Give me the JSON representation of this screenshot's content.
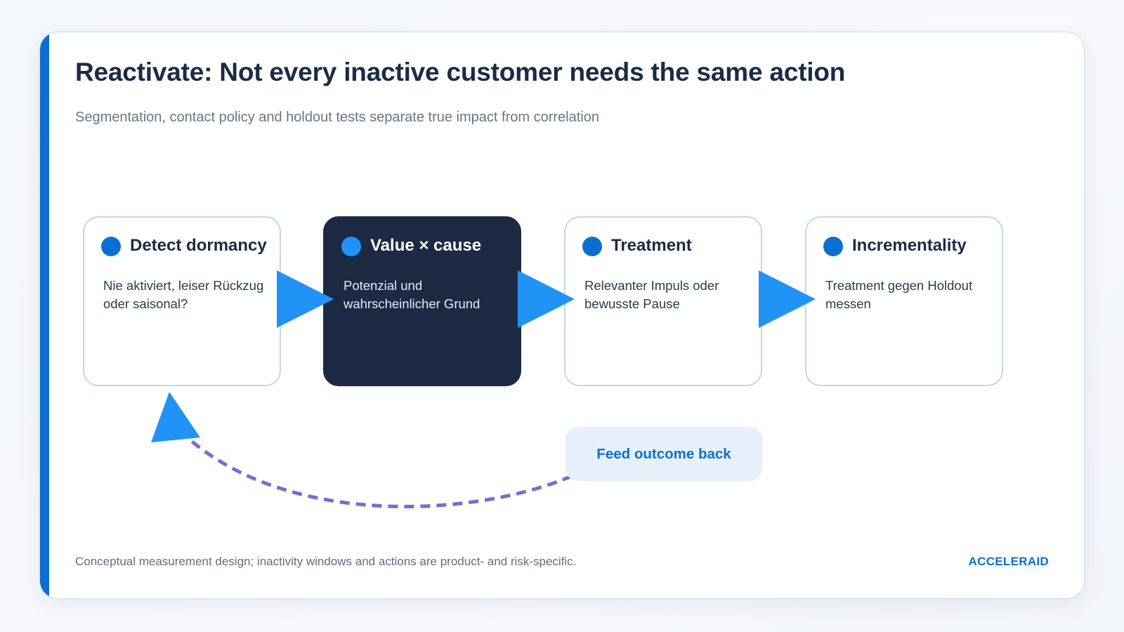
{
  "slide": {
    "title": "Reactivate: Not every inactive customer needs the same action",
    "subtitle": "Segmentation, contact policy and holdout tests separate true impact from correlation",
    "footnote": "Conceptual measurement design; inactivity windows and actions are product- and risk-specific.",
    "brand": "ACCELERAID"
  },
  "steps": [
    {
      "title": "Detect dormancy",
      "desc": "Nie aktiviert, leiser Rückzug oder saisonal?",
      "highlighted": false
    },
    {
      "title": "Value × cause",
      "desc": "Potenzial und wahrscheinlicher Grund",
      "highlighted": true
    },
    {
      "title": "Treatment",
      "desc": "Relevanter Impuls oder bewusste Pause",
      "highlighted": false
    },
    {
      "title": "Incrementality",
      "desc": "Treatment gegen Holdout messen",
      "highlighted": false
    }
  ],
  "feedback": {
    "label": "Feed outcome back"
  },
  "colors": {
    "accent": "#0b6fd1",
    "arrow": "#2193f6",
    "dark_card": "#1c2a44",
    "loop": "#7b6ad2",
    "title": "#1a2b45"
  }
}
